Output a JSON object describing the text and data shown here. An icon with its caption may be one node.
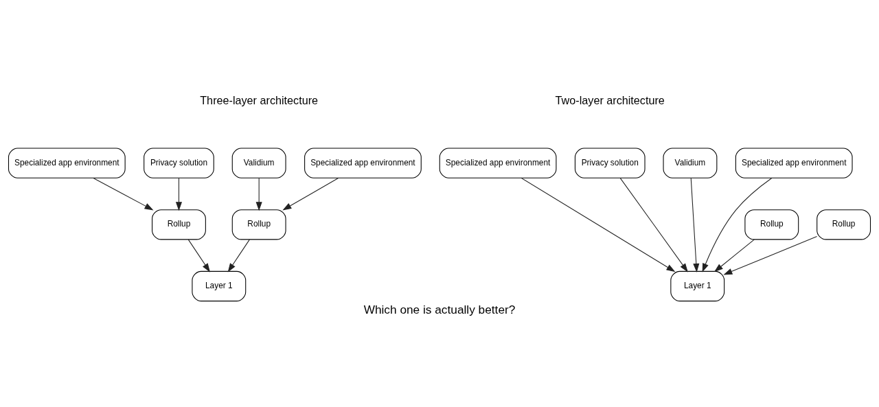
{
  "diagram": {
    "caption": "Which one is actually better?",
    "nodes": [
      {
        "text": [
          "Specialized app environment"
        ]
      },
      {
        "text": [
          "Privacy solution"
        ]
      },
      {
        "text": [
          "Validium"
        ]
      },
      {
        "text": [
          "Specialized app environment"
        ]
      },
      {
        "text": [
          "Rollup"
        ]
      },
      {
        "text": [
          "Rollup"
        ]
      },
      {
        "text": [
          "Layer 1"
        ]
      },
      {
        "text": [
          "Specialized app environment"
        ]
      },
      {
        "text": [
          "Privacy solution"
        ]
      },
      {
        "text": [
          "Validium"
        ]
      },
      {
        "text": [
          "Specialized app environment"
        ]
      },
      {
        "text": [
          "Rollup"
        ]
      },
      {
        "text": [
          "Rollup"
        ]
      },
      {
        "text": [
          "Layer 1"
        ]
      }
    ],
    "edges": [
      {
        "from": 0,
        "to": 4,
        "arrow": "to"
      },
      {
        "from": 1,
        "to": 4,
        "arrow": "to"
      },
      {
        "from": 2,
        "to": 5,
        "arrow": "to"
      },
      {
        "from": 3,
        "to": 5,
        "arrow": "to"
      },
      {
        "from": 4,
        "to": 6,
        "arrow": "to"
      },
      {
        "from": 5,
        "to": 6,
        "arrow": "to"
      },
      {
        "from": 7,
        "to": 13,
        "arrow": "to"
      },
      {
        "from": 8,
        "to": 13,
        "arrow": "to"
      },
      {
        "from": 9,
        "to": 13,
        "arrow": "to"
      },
      {
        "from": 10,
        "to": 13,
        "arrow": "to"
      },
      {
        "from": 11,
        "to": 13,
        "arrow": "to"
      },
      {
        "from": 12,
        "to": 13,
        "arrow": "to"
      }
    ],
    "labels": [
      "Three-layer architecture",
      "Two-layer architecture"
    ]
  }
}
